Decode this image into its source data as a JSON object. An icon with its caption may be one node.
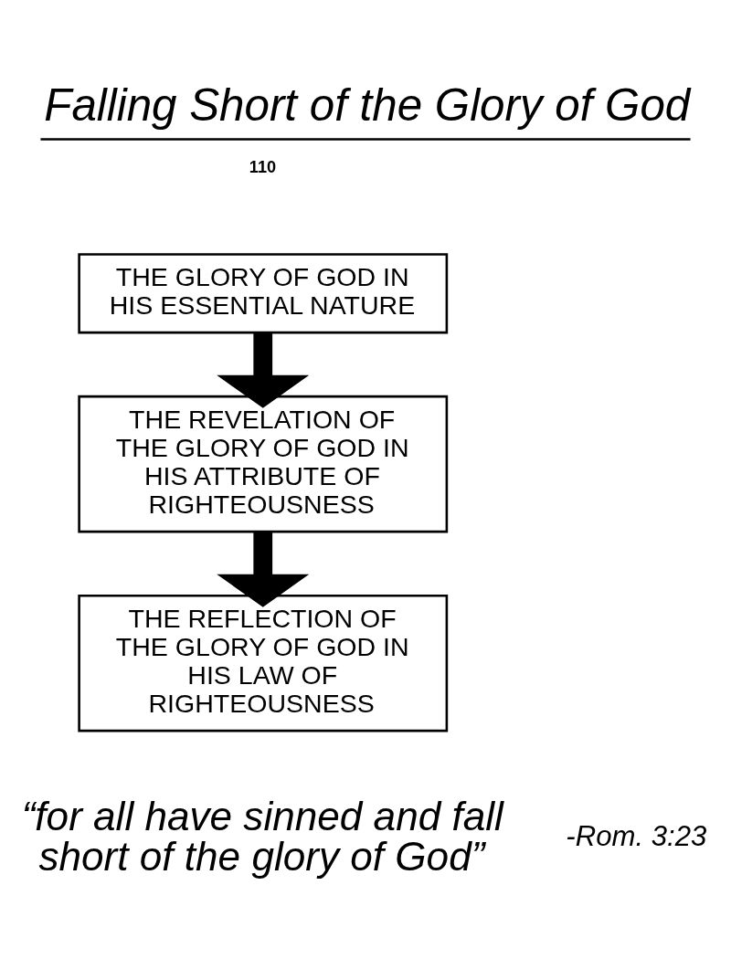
{
  "diagram": {
    "title": "Falling Short of the Glory of God",
    "caption": "“for all have sinned and fall short of the glory of God”",
    "nodes": [
      {
        "text": [
          "THE GLORY OF GOD IN HIS ESSENTIAL NATURE"
        ]
      },
      {
        "text": [
          "THE REVELATION OF THE GLORY OF GOD IN HIS ATTRIBUTE OF RIGHTEOUSNESS"
        ]
      },
      {
        "text": [
          "THE REFLECTION OF THE GLORY OF GOD IN HIS LAW OF RIGHTEOUSNESS"
        ]
      }
    ],
    "edges": [
      {
        "from": 0,
        "to": 1,
        "arrow": "to"
      },
      {
        "from": 1,
        "to": 2,
        "arrow": "to"
      }
    ],
    "labels": [
      "110",
      "-Rom. 3:23"
    ]
  }
}
